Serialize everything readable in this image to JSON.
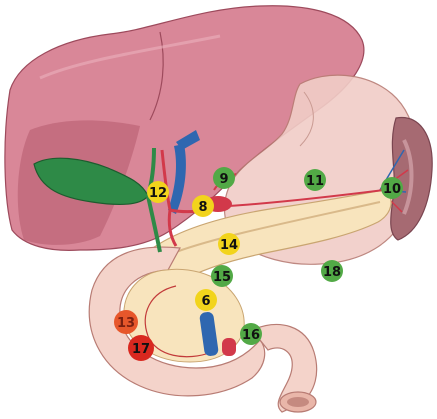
{
  "colors": {
    "green_marker": "#52a946",
    "yellow_marker": "#f2d41c",
    "orange_marker": "#e7572b",
    "red_marker": "#d9281f",
    "liver": "#d98798",
    "liver_dark": "#b45a6e",
    "gallbladder": "#2e8a47",
    "stomach": "#f1cdc7",
    "pancreas": "#f8e4bd",
    "duodenum": "#f4d3ca",
    "spleen": "#a66a72",
    "vein_blue": "#2f67b0",
    "artery_red": "#d2394a"
  },
  "markers": [
    {
      "id": "m9",
      "label": "9",
      "color": "green"
    },
    {
      "id": "m12",
      "label": "12",
      "color": "yellow"
    },
    {
      "id": "m8",
      "label": "8",
      "color": "yellow"
    },
    {
      "id": "m11",
      "label": "11",
      "color": "green"
    },
    {
      "id": "m10",
      "label": "10",
      "color": "green"
    },
    {
      "id": "m14",
      "label": "14",
      "color": "yellow"
    },
    {
      "id": "m15",
      "label": "15",
      "color": "green"
    },
    {
      "id": "m18",
      "label": "18",
      "color": "green"
    },
    {
      "id": "m6",
      "label": "6",
      "color": "yellow"
    },
    {
      "id": "m13",
      "label": "13",
      "color": "orange"
    },
    {
      "id": "m16",
      "label": "16",
      "color": "green"
    },
    {
      "id": "m17",
      "label": "17",
      "color": "red"
    }
  ]
}
